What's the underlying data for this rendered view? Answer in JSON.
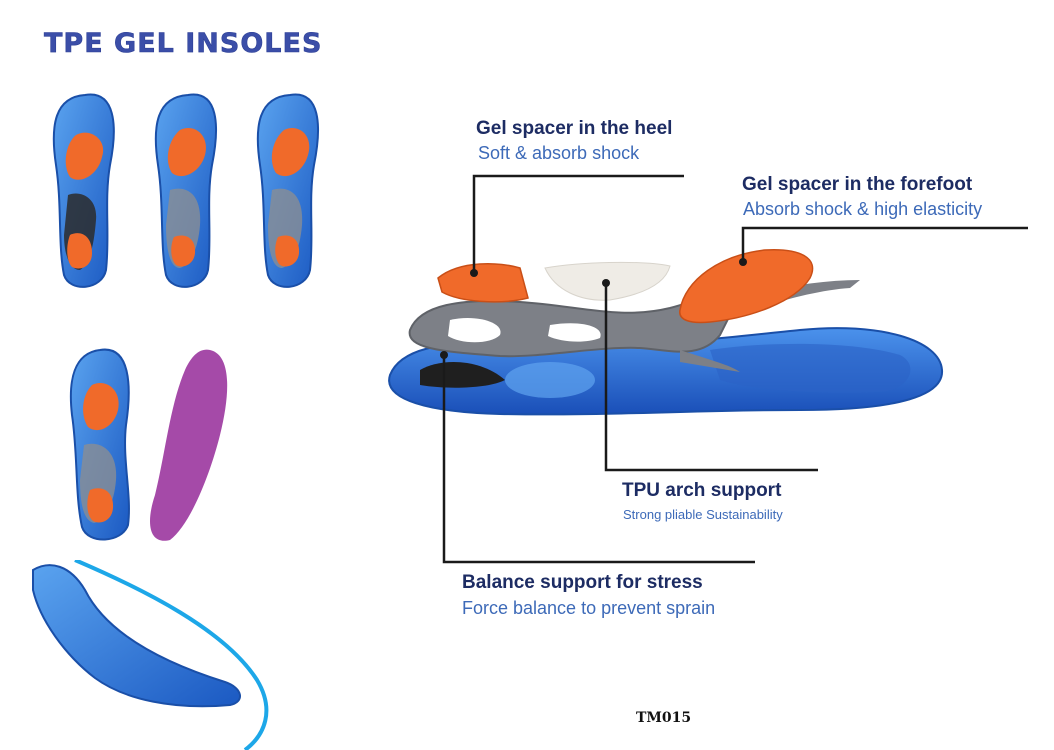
{
  "title": "TPE GEL INSOLES",
  "callouts": {
    "heel": {
      "head": "Gel spacer in the heel",
      "sub": "Soft & absorb shock"
    },
    "forefoot": {
      "head": "Gel spacer in the forefoot",
      "sub": "Absorb shock & high elasticity"
    },
    "arch": {
      "head": "TPU arch support",
      "sub": "Strong pliable Sustainability"
    },
    "balance": {
      "head": "Balance support for stress",
      "sub": "Force balance to prevent sprain"
    }
  },
  "model_code": "TM015",
  "colors": {
    "title": "#3b4ea8",
    "heading": "#1d2c63",
    "subtext": "#3d6ab8",
    "insole_blue": "#2f6ed4",
    "gel_orange": "#f06a2a",
    "arch_gray": "#7d8087",
    "purple": "#a54aa8"
  }
}
